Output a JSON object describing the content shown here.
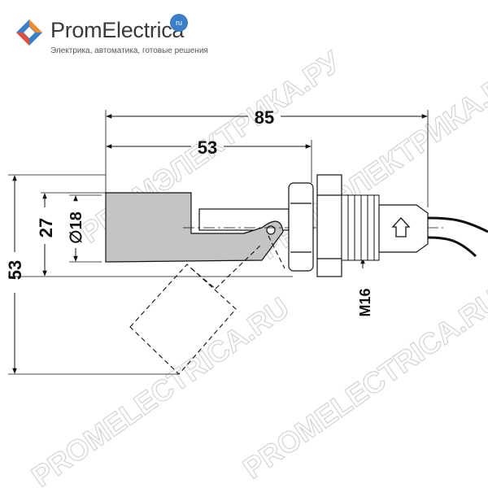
{
  "logo": {
    "name": "PromElectrica",
    "badge": "ru",
    "tagline": "Электрика, автоматика, готовые решения"
  },
  "watermarks": [
    "PROMЭЛЕКТРИКА.РУ",
    "PROMELECTRICA.RU"
  ],
  "dimensions": {
    "overall_length": "85",
    "body_length": "53",
    "float_height": "27",
    "float_diameter": "∅18",
    "total_height": "53",
    "thread": "M16"
  },
  "colors": {
    "float_fill": "#c4c4c4",
    "line": "#111111",
    "logo_blue": "#3b7fc8",
    "logo_orange": "#f28c28"
  }
}
